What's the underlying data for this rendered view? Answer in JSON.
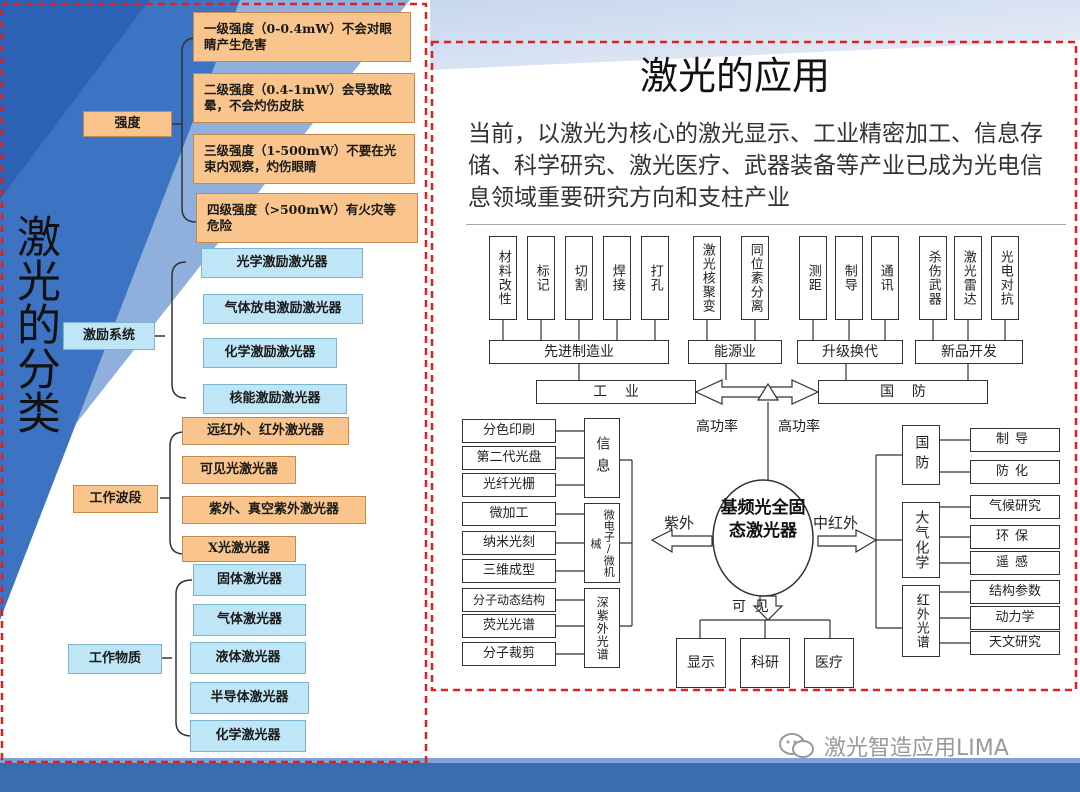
{
  "colors": {
    "orange_box": "#f9c58d",
    "blue_box": "#bfe6f6",
    "dash_red": "#e02020",
    "bg_blue_dark": "#2c63b6",
    "bottom_bar": "#3a6cb0"
  },
  "left": {
    "big_title": "激光的分类",
    "intensity": {
      "label": "强度",
      "items": [
        "一级强度（0-0.4mW）不会对眼睛产生危害",
        "二级强度（0.4-1mW）会导致眩晕，不会灼伤皮肤",
        "三级强度（1-500mW）不要在光束内观察，灼伤眼睛",
        "四级强度（>500mW）有火灾等危险"
      ]
    },
    "excitation": {
      "label": "激励系统",
      "items": [
        "光学激励激光器",
        "气体放电激励激光器",
        "化学激励激光器",
        "核能激励激光器"
      ]
    },
    "band": {
      "label": "工作波段",
      "items": [
        "远红外、红外激光器",
        "可见光激光器",
        "紫外、真空紫外激光器",
        "X光激光器"
      ]
    },
    "medium": {
      "label": "工作物质",
      "items": [
        "固体激光器",
        "气体激光器",
        "液体激光器",
        "半导体激光器",
        "化学激光器"
      ]
    }
  },
  "right": {
    "title": "激光的应用",
    "paragraph": "当前，以激光为核心的激光显示、工业精密加工、信息存储、科学研究、激光医疗、武器装备等产业已成为光电信息领域重要研究方向和支柱产业",
    "diagram": {
      "top_vert": {
        "manufacturing": [
          "材料改性",
          "标记",
          "切割",
          "焊接",
          "打孔"
        ],
        "energy": [
          "激光核聚变",
          "同位素分离"
        ],
        "upgrade": [
          "测距",
          "制导",
          "通讯"
        ],
        "newproduct": [
          "杀伤武器",
          "激光雷达",
          "光电对抗"
        ]
      },
      "groups": [
        "先进制造业",
        "能源业",
        "升级换代",
        "新品开发"
      ],
      "industry": "工    业",
      "defense": "国    防",
      "high_power_left": "高功率",
      "high_power_right": "高功率",
      "center": "基频光全固态激光器",
      "uv": "紫外",
      "mid_ir": "中红外",
      "visible": "可  见",
      "left_items": [
        "分色印刷",
        "第二代光盘",
        "光纤光栅",
        "微加工",
        "纳米光刻",
        "三维成型",
        "分子动态结构",
        "荧光光谱",
        "分子裁剪"
      ],
      "left_cats": [
        "信息",
        "微电子/微机械",
        "深紫外光谱"
      ],
      "right_cats": [
        "国防",
        "大气化学",
        "红外光谱"
      ],
      "right_items": [
        "制导",
        "防化",
        "气候研究",
        "环保",
        "遥感",
        "结构参数",
        "动力学",
        "天文研究"
      ],
      "bottom": [
        "显示",
        "科研",
        "医疗"
      ]
    }
  },
  "watermark": "激光智造应用LIMA"
}
